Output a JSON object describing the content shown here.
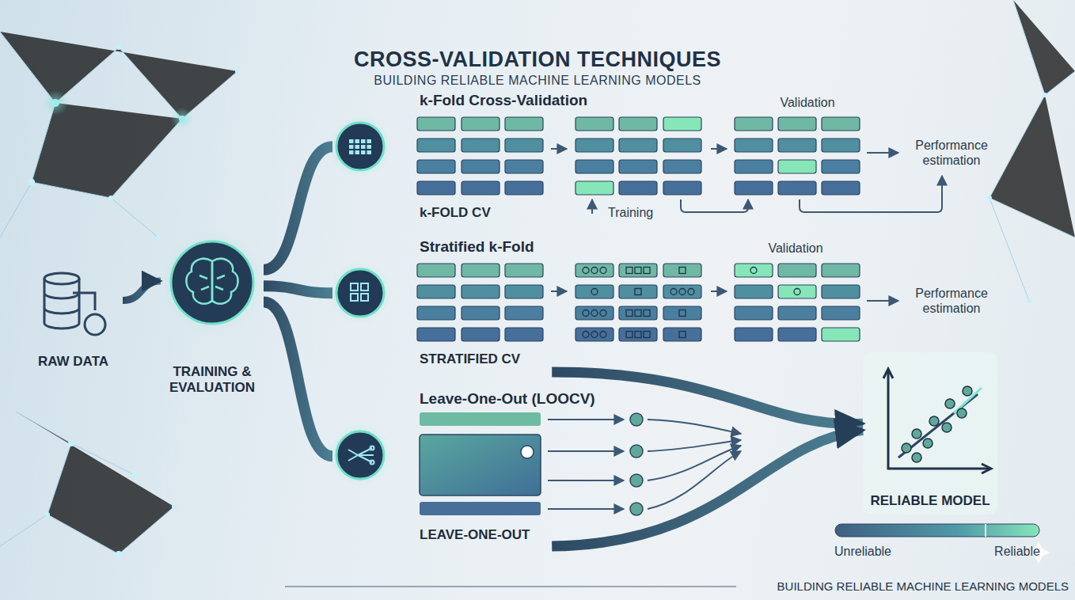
{
  "diagram": {
    "title": "CROSS-VALIDATION TECHNIQUES",
    "caption": "BUILDING RELIABLE MACHINE LEARNING MODELS",
    "nodes": [
      {
        "text": [
          "RAW DATA"
        ]
      },
      {
        "text": [
          "TRAINING & EVALUATION"
        ]
      },
      {
        "text": [
          "k-Fold Cross-Validation",
          "k-FOLD CV"
        ]
      },
      {
        "text": [
          "Stratified k-Fold",
          "STRATIFIED CV"
        ]
      },
      {
        "text": [
          "Leave-One-Out (LOOCV)",
          "LEAVE-ONE-OUT"
        ]
      },
      {
        "text": [
          "RELIABLE MODEL"
        ]
      }
    ],
    "edges": [
      {
        "from": 0,
        "to": 1,
        "arrow": "to"
      },
      {
        "from": 1,
        "to": 2,
        "arrow": "none"
      },
      {
        "from": 1,
        "to": 3,
        "arrow": "none"
      },
      {
        "from": 1,
        "to": 4,
        "arrow": "none"
      },
      {
        "from": 3,
        "to": 5,
        "arrow": "to"
      },
      {
        "from": 4,
        "to": 5,
        "arrow": "to"
      }
    ],
    "labels": [
      "Validation",
      "Training",
      "Performance estimation",
      "Validation",
      "Performance estimation",
      "Unreliable",
      "Reliable",
      "BUILDING RELIABLE MACHINE LEARNING MODELS"
    ]
  }
}
